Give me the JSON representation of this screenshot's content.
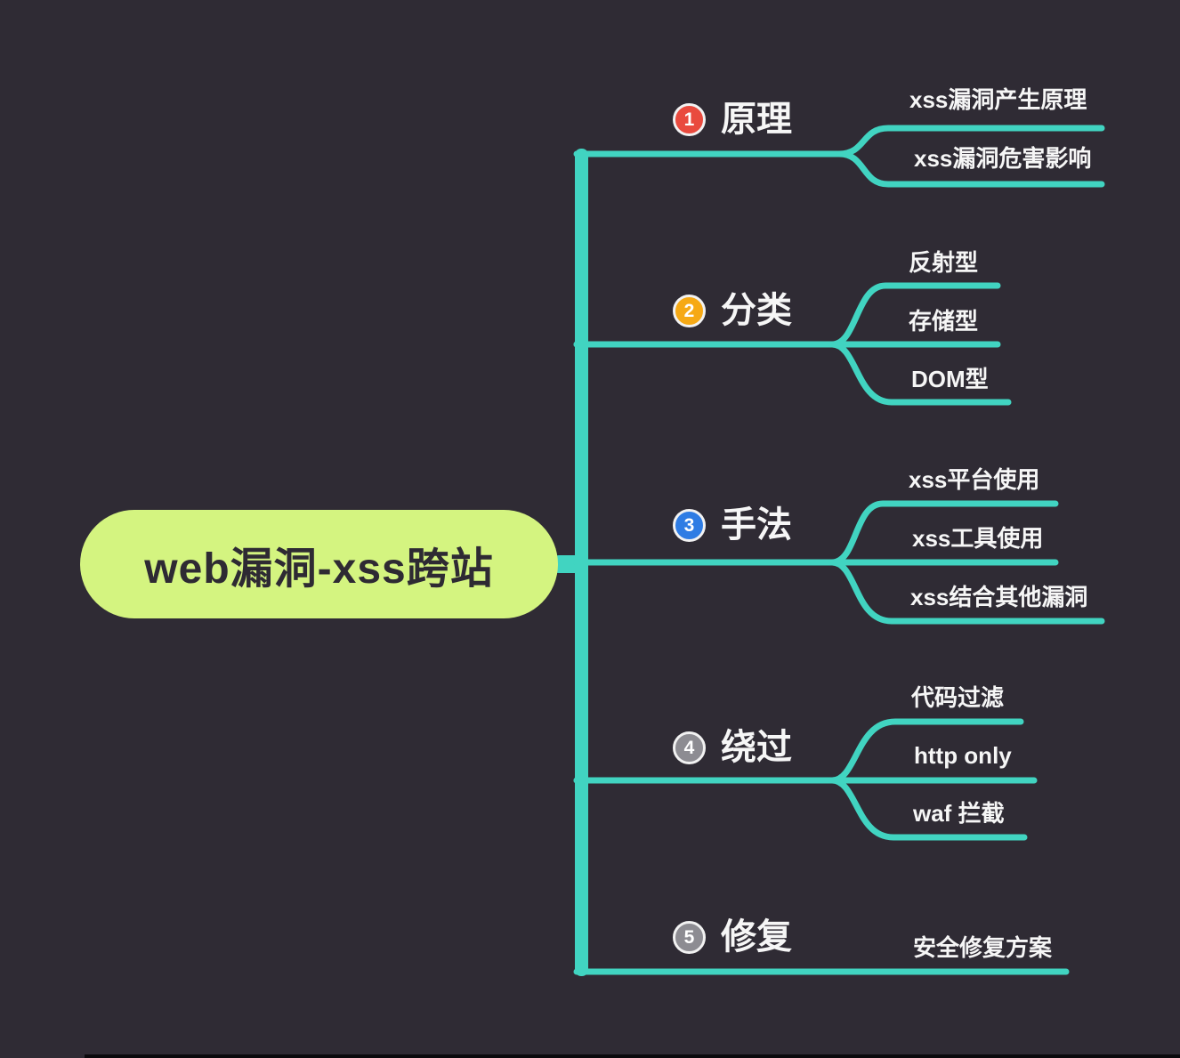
{
  "colors": {
    "background": "#2f2b34",
    "line": "#41d4c1",
    "root_bg": "#d4f480",
    "root_text": "#2e2a33",
    "text": "#f6f6f6",
    "bottom_bar": "#0b0a0d"
  },
  "root": {
    "label": "web漏洞-xss跨站"
  },
  "branches": [
    {
      "number": "1",
      "badge_color": "#e94a3e",
      "label": "原理",
      "children": [
        "xss漏洞产生原理",
        "xss漏洞危害影响"
      ]
    },
    {
      "number": "2",
      "badge_color": "#f6a915",
      "label": "分类",
      "children": [
        "反射型",
        "存储型",
        "DOM型"
      ]
    },
    {
      "number": "3",
      "badge_color": "#2e7ce4",
      "label": "手法",
      "children": [
        "xss平台使用",
        "xss工具使用",
        "xss结合其他漏洞"
      ]
    },
    {
      "number": "4",
      "badge_color": "#8d8c92",
      "label": "绕过",
      "children": [
        "代码过滤",
        "http only",
        "waf 拦截"
      ]
    },
    {
      "number": "5",
      "badge_color": "#8d8c92",
      "label": "修复",
      "children": [
        "安全修复方案"
      ]
    }
  ]
}
